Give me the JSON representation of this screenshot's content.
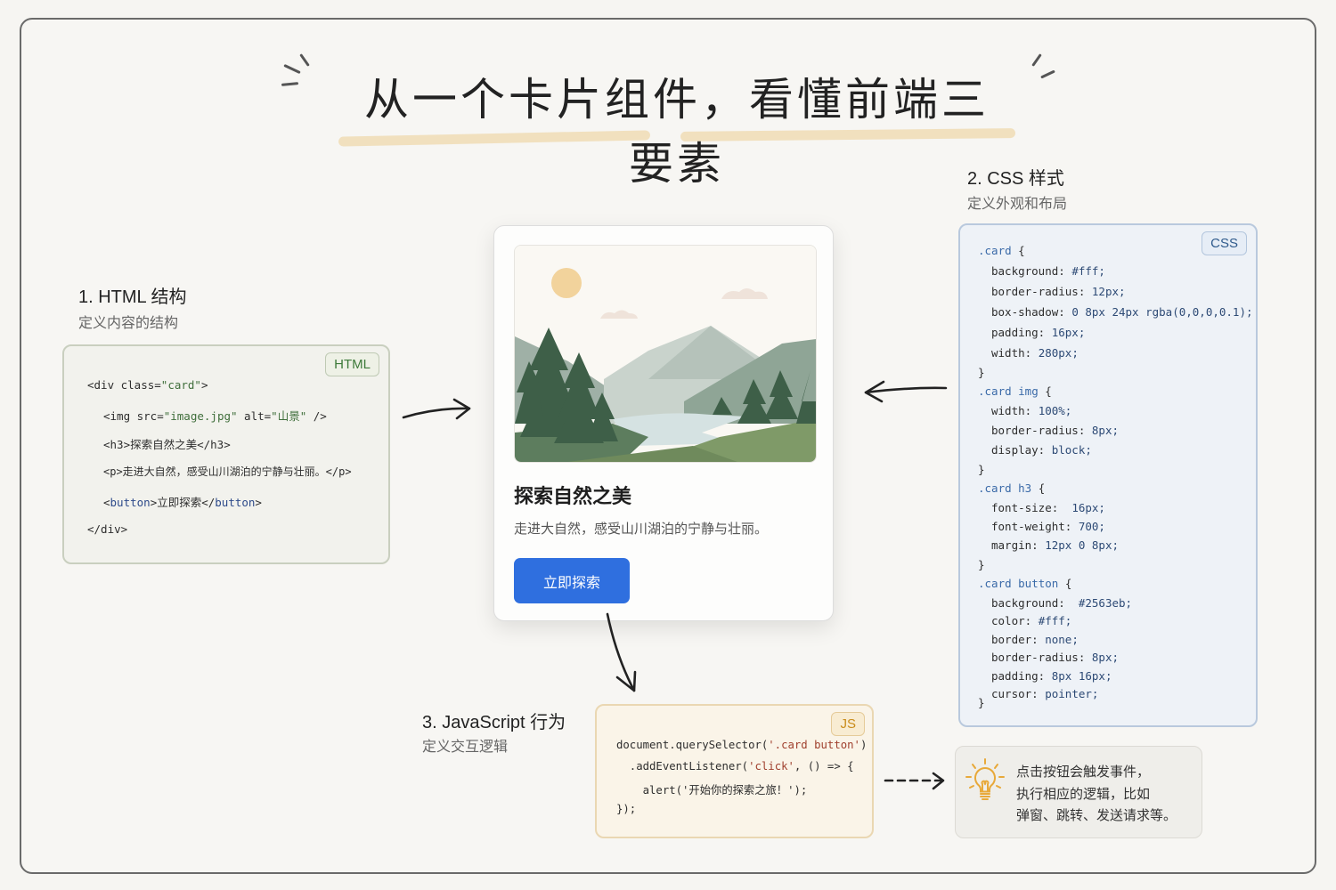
{
  "title": "从一个卡片组件，看懂前端三要素",
  "sections": {
    "html": {
      "heading": "1. HTML 结构",
      "subtitle": "定义内容的结构",
      "badge": "HTML",
      "lines": [
        {
          "a": "<div class=",
          "b": "\"card\"",
          "c": ">"
        },
        {
          "a": "<img src=",
          "b": "\"image.jpg\"",
          "c": " alt=",
          "d": "\"山景\"",
          "e": " />"
        },
        {
          "a": "<h3>探索自然之美</h3>"
        },
        {
          "a": "<p>走进大自然，感受山川湖泊的宁静与壮丽。</p>"
        },
        {
          "a": "<",
          "b": "button",
          "c": ">立即探索</",
          "d": "button",
          "e": ">"
        },
        {
          "a": "</div>"
        }
      ]
    },
    "css": {
      "heading": "2. CSS 样式",
      "subtitle": "定义外观和布局",
      "badge": "CSS",
      "lines": [
        {
          "sel": ".card",
          "brace": " {"
        },
        {
          "prop": "background: ",
          "val": "#fff;"
        },
        {
          "prop": "border-radius: ",
          "val": "12px;"
        },
        {
          "prop": "box-shadow: ",
          "val": "0 8px 24px rgba(0,0,0,0.1);"
        },
        {
          "prop": "padding: ",
          "val": "16px;"
        },
        {
          "prop": "width: ",
          "val": "280px;"
        },
        {
          "close": "}"
        },
        {
          "sel": ".card img",
          "brace": " {"
        },
        {
          "prop": "width: ",
          "val": "100%;"
        },
        {
          "prop": "border-radius: ",
          "val": "8px;"
        },
        {
          "prop": "display: ",
          "val": "block;"
        },
        {
          "close": "}"
        },
        {
          "sel": ".card h3",
          "brace": " {"
        },
        {
          "prop": "font-size:  ",
          "val": "16px;"
        },
        {
          "prop": "font-weight: ",
          "val": "700;"
        },
        {
          "prop": "margin: ",
          "val": "12px 0 8px;"
        },
        {
          "close": "}"
        },
        {
          "sel": ".card button",
          "brace": " {"
        },
        {
          "prop": "background:  ",
          "val": "#2563eb;"
        },
        {
          "prop": "color: ",
          "val": "#fff;"
        },
        {
          "prop": "border: ",
          "val": "none;"
        },
        {
          "prop": "border-radius: ",
          "val": "8px;"
        },
        {
          "prop": "padding: ",
          "val": "8px 16px;"
        },
        {
          "prop": "cursor: ",
          "val": "pointer;"
        },
        {
          "close": "}"
        }
      ]
    },
    "js": {
      "heading": "3. JavaScript 行为",
      "subtitle": "定义交互逻辑",
      "badge": "JS",
      "lines": [
        {
          "a": "document.querySelector(",
          "b": "'.card button'",
          "c": ")"
        },
        {
          "a": "  .addEventListener(",
          "b": "'click'",
          "c": ", () => {"
        },
        {
          "a": "    alert('开始你的探索之旅！');"
        },
        {
          "a": "});"
        }
      ]
    }
  },
  "card": {
    "heading": "探索自然之美",
    "description": "走进大自然，感受山川湖泊的宁静与壮丽。",
    "button_label": "立即探索",
    "image_icon": "mountain-lake-landscape"
  },
  "note": {
    "icon": "lightbulb-icon",
    "lines": [
      "点击按钮会触发事件，",
      "执行相应的逻辑，比如",
      "弹窗、跳转、发送请求等。"
    ]
  },
  "colors": {
    "button": "#2f6fdf",
    "html_accent": "#3d7a3a",
    "css_accent": "#2f5a8c",
    "js_accent": "#c98c1b",
    "highlight": "#f0dcb4"
  }
}
